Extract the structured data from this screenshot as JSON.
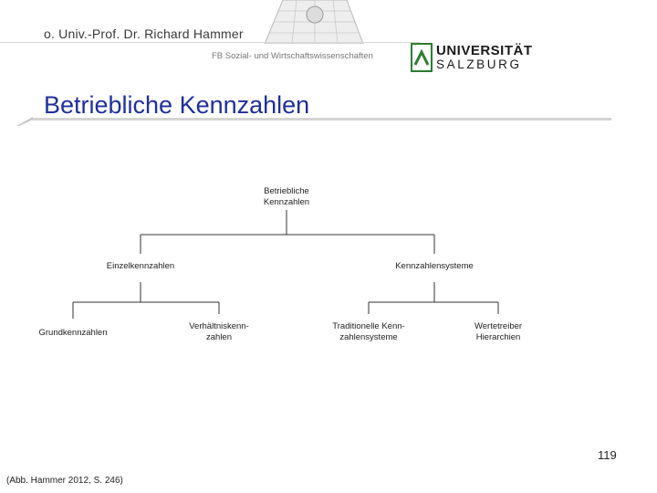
{
  "header": {
    "author": "o. Univ.-Prof. Dr. Richard Hammer",
    "faculty": "FB Sozial- und Wirtschaftswissenschaften",
    "university_name": "UNIVERSITÄT",
    "university_city": "SALZBURG",
    "logo_color": "#2e7d32"
  },
  "slide": {
    "title": "Betriebliche Kennzahlen",
    "title_color": "#1f2f9e",
    "page_number": "119",
    "source": "(Abb. Hammer 2012, S. 246)"
  },
  "diagram": {
    "root": [
      "Betriebliche",
      "Kennzahlen"
    ],
    "level1": {
      "left": "Einzelkennzahlen",
      "right": "Kennzahlensysteme"
    },
    "level2": {
      "grund": "Grundkennzahlen",
      "verhaeltnis": [
        "Verhältniskenn-",
        "zahlen"
      ],
      "traditionelle": [
        "Traditionelle Kenn-",
        "zahlensysteme"
      ],
      "wertetreiber": [
        "Wertetreiber",
        "Hierarchien"
      ]
    }
  }
}
